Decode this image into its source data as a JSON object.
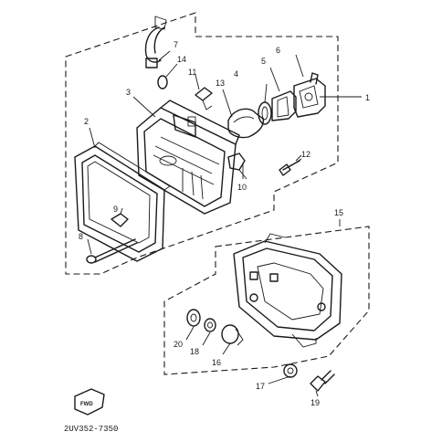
{
  "callouts": {
    "c1": "1",
    "c2": "2",
    "c3": "3",
    "c4": "4",
    "c5": "5",
    "c6": "6",
    "c7": "7",
    "c8": "8",
    "c9": "9",
    "c10": "10",
    "c11": "11",
    "c12": "12",
    "c13": "13",
    "c14": "14",
    "c15": "15",
    "c16": "16",
    "c17": "17",
    "c18": "18",
    "c19": "19",
    "c20": "20"
  },
  "direction_mark": "FWD",
  "drawing_code": "2UV352-7350"
}
